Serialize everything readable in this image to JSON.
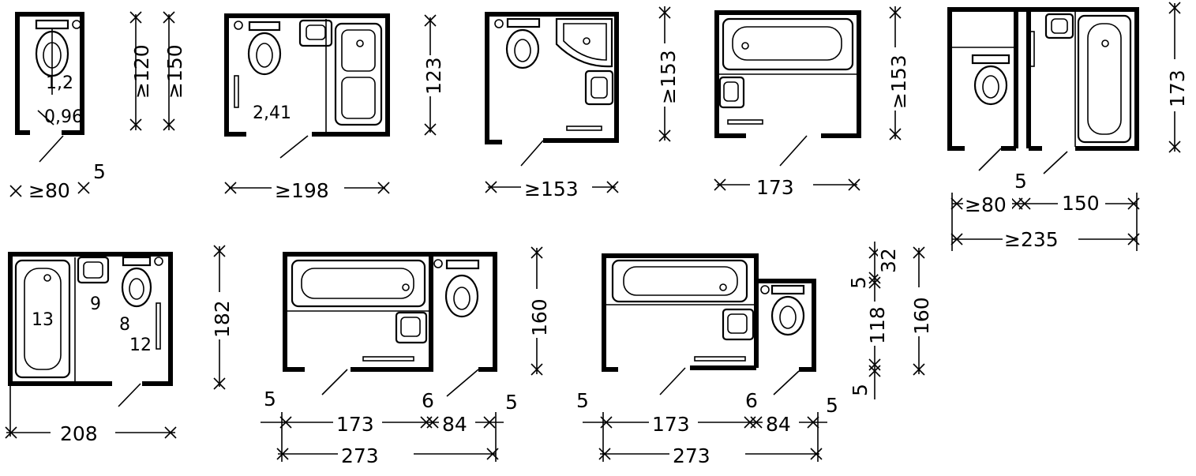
{
  "plans": [
    {
      "id": "p1",
      "dims": {
        "width": "≥80",
        "wall": "5",
        "height_wc": "≥120",
        "height_total": "≥150"
      },
      "labels": {
        "area_upper": "1,2",
        "area_lower": "0,96"
      }
    },
    {
      "id": "p2",
      "dims": {
        "width": "≥198",
        "height": "123"
      },
      "labels": {
        "area": "2,41"
      }
    },
    {
      "id": "p3",
      "dims": {
        "width": "≥153",
        "height": "≥153"
      }
    },
    {
      "id": "p4",
      "dims": {
        "width": "173",
        "height": "≥153"
      }
    },
    {
      "id": "p5",
      "dims": {
        "left": "≥80",
        "wall": "5",
        "right": "150",
        "total": "≥235",
        "height": "173"
      }
    },
    {
      "id": "p6",
      "dims": {
        "width": "208",
        "height": "182"
      },
      "labels": {
        "bath": "13",
        "basin": "9",
        "wc": "8",
        "rail": "12"
      }
    },
    {
      "id": "p7",
      "dims": {
        "wall_left": "5",
        "bath_length": "173",
        "partition": "6",
        "wc_width": "84",
        "wall_right": "5",
        "total": "273",
        "height": "160"
      }
    },
    {
      "id": "p8",
      "dims": {
        "wall_left": "5",
        "bath_length": "173",
        "partition": "6",
        "wc_width": "84",
        "wall_right": "5",
        "total": "273",
        "h_wall_top": "5",
        "h_step": "32",
        "h_middle": "118",
        "h_wall_bottom": "5",
        "height": "160"
      }
    }
  ]
}
